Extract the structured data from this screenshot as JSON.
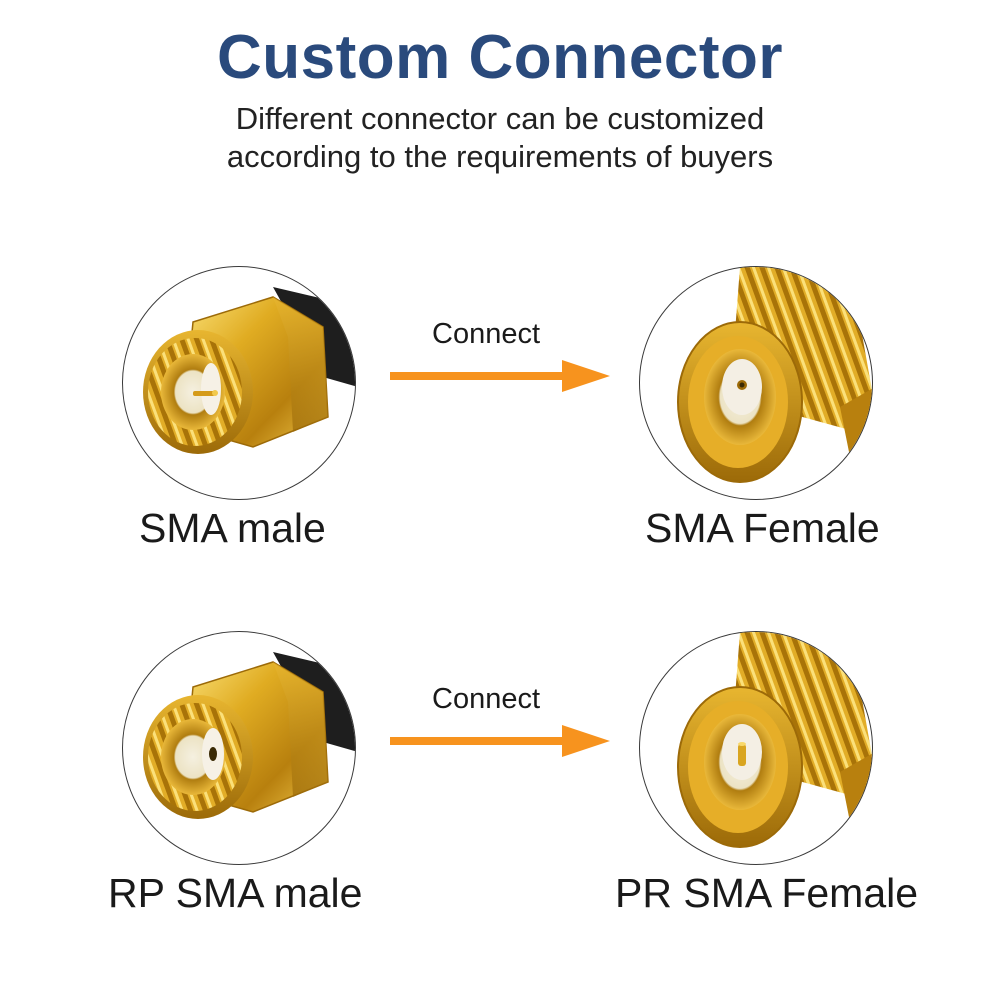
{
  "header": {
    "title": "Custom Connector",
    "subtitle_line1": "Different connector can be customized",
    "subtitle_line2": "according to the requirements of buyers"
  },
  "rows": [
    {
      "left_label": "SMA male",
      "connect_label": "Connect",
      "right_label": "SMA Female",
      "left_icon": "sma-male-connector-photo",
      "right_icon": "sma-female-connector-photo"
    },
    {
      "left_label": "RP SMA male",
      "connect_label": "Connect",
      "right_label": "PR SMA Female",
      "left_icon": "rp-sma-male-connector-photo",
      "right_icon": "rp-sma-female-connector-photo"
    }
  ],
  "colors": {
    "title": "#2a4a7c",
    "arrow": "#f7931e",
    "gold": "#d9a520"
  }
}
